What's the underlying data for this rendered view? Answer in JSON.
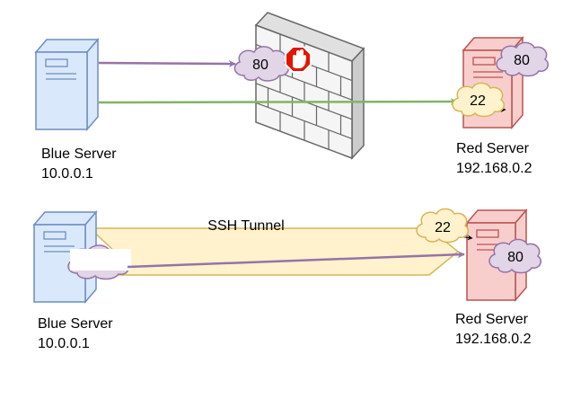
{
  "top": {
    "blue_server": {
      "name": "Blue Server",
      "ip": "10.0.0.1"
    },
    "red_server": {
      "name": "Red Server",
      "ip": "192.168.0.2"
    },
    "port_blocked": "80",
    "port_ssh": "22",
    "port_red_service": "80"
  },
  "bottom": {
    "tunnel_label": "SSH Tunnel",
    "blue_server": {
      "name": "Blue Server",
      "ip": "10.0.0.1"
    },
    "red_server": {
      "name": "Red Server",
      "ip": "192.168.0.2"
    },
    "port_ssh": "22",
    "port_red_service": "80"
  },
  "colors": {
    "blue_server_fill": "#dae8fc",
    "blue_server_stroke": "#6c8ebf",
    "red_server_fill": "#f8cecc",
    "red_server_stroke": "#b85450",
    "purple_arrow": "#9673a6",
    "green_arrow": "#82b366",
    "purple_cloud": "#e1d5e7",
    "yellow_cloud": "#fff2cc",
    "tunnel_fill": "#fff2cc",
    "tunnel_stroke": "#d6b656",
    "wall_fill": "#f5f5f5",
    "wall_stroke": "#666666",
    "stop_red": "#e51400"
  },
  "icons": [
    "server-icon",
    "firewall-icon",
    "stop-hand-icon",
    "cloud-icon"
  ]
}
